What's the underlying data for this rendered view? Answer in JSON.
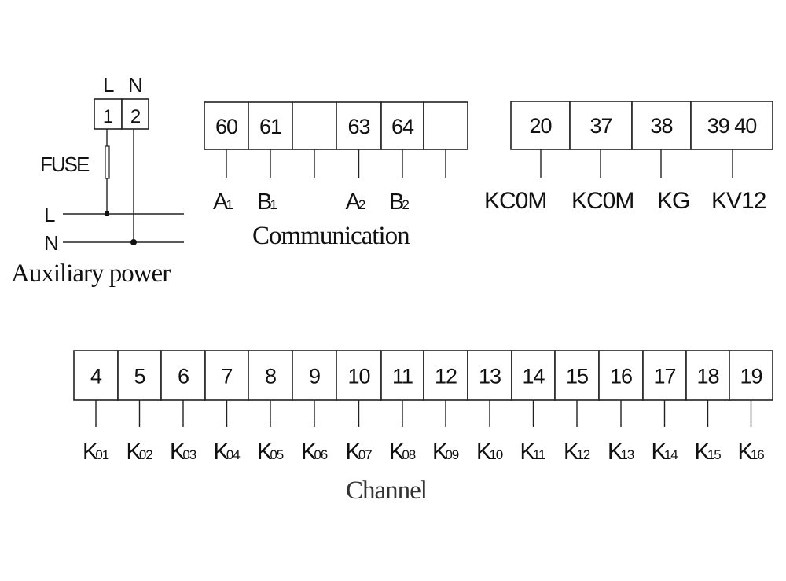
{
  "auxiliary_power": {
    "title": "Auxiliary power",
    "terminal_header": [
      "L",
      "N"
    ],
    "terminals": [
      "1",
      "2"
    ],
    "fuse_label": "FUSE",
    "bus_lines": [
      "L",
      "N"
    ]
  },
  "communication": {
    "title": "Communication",
    "terminals": [
      "60",
      "61",
      "",
      "63",
      "64",
      ""
    ],
    "labels": [
      {
        "main": "A",
        "sub": "1"
      },
      {
        "main": "B",
        "sub": "1"
      },
      {
        "main": "",
        "sub": ""
      },
      {
        "main": "A",
        "sub": "2"
      },
      {
        "main": "B",
        "sub": "2"
      },
      {
        "main": "",
        "sub": ""
      }
    ]
  },
  "control": {
    "terminals": [
      "20",
      "37",
      "38",
      "39 40"
    ],
    "labels": [
      "KC0M",
      "KC0M",
      "KG",
      "KV12"
    ]
  },
  "channel": {
    "title": "Channel",
    "terminals": [
      "4",
      "5",
      "6",
      "7",
      "8",
      "9",
      "10",
      "11",
      "12",
      "13",
      "14",
      "15",
      "16",
      "17",
      "18",
      "19"
    ],
    "labels": [
      {
        "main": "K",
        "sub": "01"
      },
      {
        "main": "K",
        "sub": "02"
      },
      {
        "main": "K",
        "sub": "03"
      },
      {
        "main": "K",
        "sub": "04"
      },
      {
        "main": "K",
        "sub": "05"
      },
      {
        "main": "K",
        "sub": "06"
      },
      {
        "main": "K",
        "sub": "07"
      },
      {
        "main": "K",
        "sub": "08"
      },
      {
        "main": "K",
        "sub": "09"
      },
      {
        "main": "K",
        "sub": "10"
      },
      {
        "main": "K",
        "sub": "11"
      },
      {
        "main": "K",
        "sub": "12"
      },
      {
        "main": "K",
        "sub": "13"
      },
      {
        "main": "K",
        "sub": "14"
      },
      {
        "main": "K",
        "sub": "15"
      },
      {
        "main": "K",
        "sub": "16"
      }
    ]
  }
}
